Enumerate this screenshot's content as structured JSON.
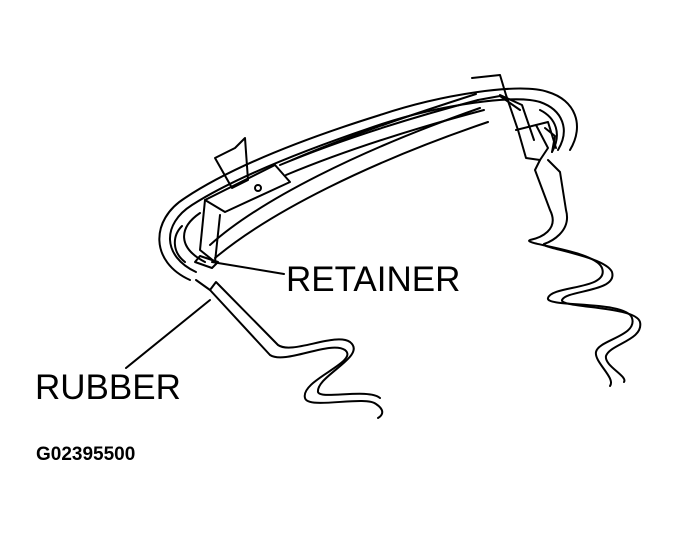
{
  "labels": {
    "retainer": "RETAINER",
    "rubber": "RUBBER"
  },
  "figure_id": "G02395500",
  "colors": {
    "line": "#000000",
    "background": "#ffffff"
  }
}
